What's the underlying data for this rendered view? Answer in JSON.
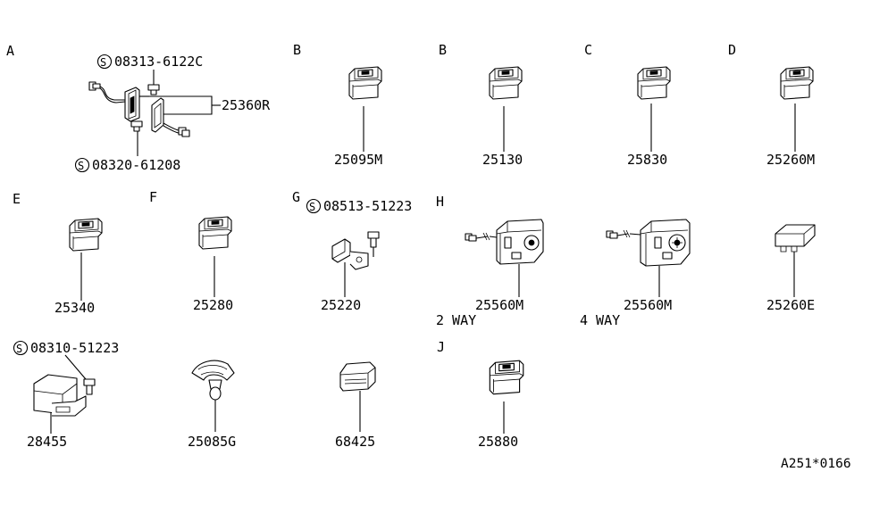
{
  "sections": {
    "A": "A",
    "B1": "B",
    "B2": "B",
    "C": "C",
    "D": "D",
    "E": "E",
    "F": "F",
    "G": "G",
    "H": "H",
    "J": "J"
  },
  "screws": {
    "s1": "08313-6122C",
    "s2": "08320-61208",
    "s3": "08513-51223",
    "s4": "08310-51223",
    "symbol": "S"
  },
  "parts": {
    "p25360R": "25360R",
    "p25095M": "25095M",
    "p25130": "25130",
    "p25830": "25830",
    "p25260M": "25260M",
    "p25340": "25340",
    "p25280": "25280",
    "p25220": "25220",
    "p25560M_a": "25560M",
    "p25560M_b": "25560M",
    "p25260E": "25260E",
    "p28455": "28455",
    "p25085G": "25085G",
    "p68425": "68425",
    "p25880": "25880"
  },
  "variants": {
    "two_way": "2 WAY",
    "four_way": "4 WAY"
  },
  "diagram_code": "A251*0166"
}
